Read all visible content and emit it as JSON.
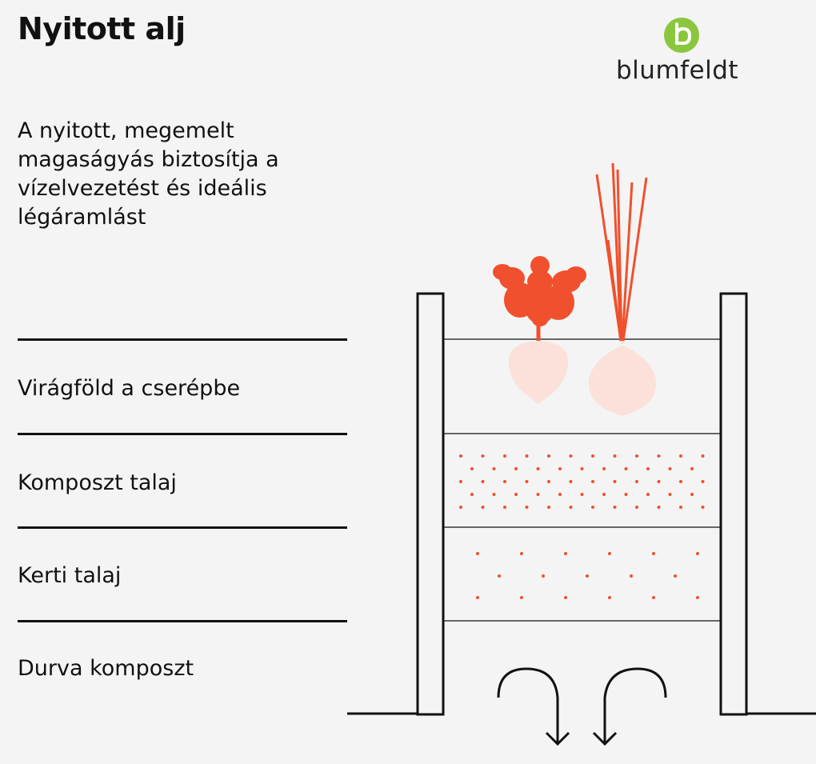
{
  "title": "Nyitott alj",
  "description": "A nyitott, megemelt magaságyás biztosítja a vízelvezetést és ideális légáramlást",
  "layers": [
    {
      "label": "Virágföld a cserépbe"
    },
    {
      "label": "Komposzt talaj"
    },
    {
      "label": "Kerti talaj"
    },
    {
      "label": "Durva komposzt"
    }
  ],
  "logo": {
    "text": "blumfeldt",
    "accent_color": "#8cc63f"
  },
  "colors": {
    "accent": "#f0502d",
    "accent_light": "#fbe1da",
    "line": "#111111",
    "background": "#f4f4f4"
  },
  "icons": [
    "blumfeldt-logo-icon",
    "beet-icon",
    "onion-icon",
    "airflow-arrow-icon"
  ]
}
